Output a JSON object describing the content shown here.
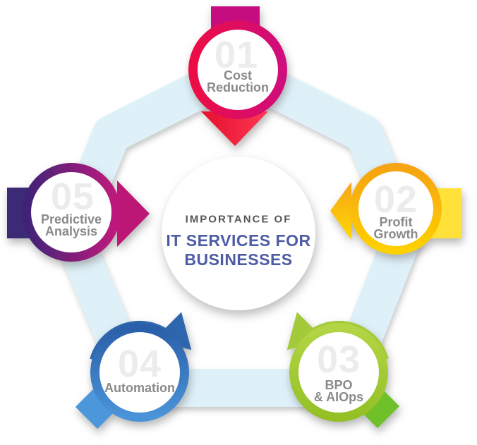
{
  "diagram": {
    "center": {
      "eyebrow": "IMPORTANCE OF",
      "title_line1": "IT SERVICES FOR",
      "title_line2": "BUSINESSES",
      "eyebrow_color": "#55565a",
      "title_color": "#4d5ca4"
    },
    "connector": {
      "color": "#def0f8"
    },
    "text_colors": {
      "number": "#ececec",
      "label": "#8a8a8a"
    },
    "nodes": [
      {
        "number": "01",
        "label1": "Cost",
        "label2": "Reduction",
        "colors": {
          "ring_from": "#ec0c45",
          "ring_to": "#cf0d7b",
          "head_from": "#e60e2e",
          "head_to": "#fb3a52",
          "tail": "#c60d80"
        }
      },
      {
        "number": "02",
        "label1": "Profit",
        "label2": "Growth",
        "colors": {
          "ring_from": "#f6a312",
          "ring_to": "#fdd100",
          "head_from": "#f6a418",
          "head_to": "#ffd800",
          "tail": "#ffe139"
        }
      },
      {
        "number": "03",
        "label1": "BPO",
        "label2": "& AIOps",
        "colors": {
          "ring_from": "#b3d545",
          "ring_to": "#94c026",
          "arrow": "#a3ca37",
          "tail": "#70c02c"
        }
      },
      {
        "number": "04",
        "label1": "Automation",
        "label2": "",
        "colors": {
          "ring_from": "#2b5fa9",
          "ring_to": "#4a94d9",
          "arrow": "#2f66ad",
          "tail": "#4c97d9"
        }
      },
      {
        "number": "05",
        "label1": "Predictive",
        "label2": "Analysis",
        "colors": {
          "ring_from": "#3e2478",
          "ring_to": "#c0197c",
          "head": "#bc1576",
          "tail": "#3c2a77"
        }
      }
    ]
  }
}
